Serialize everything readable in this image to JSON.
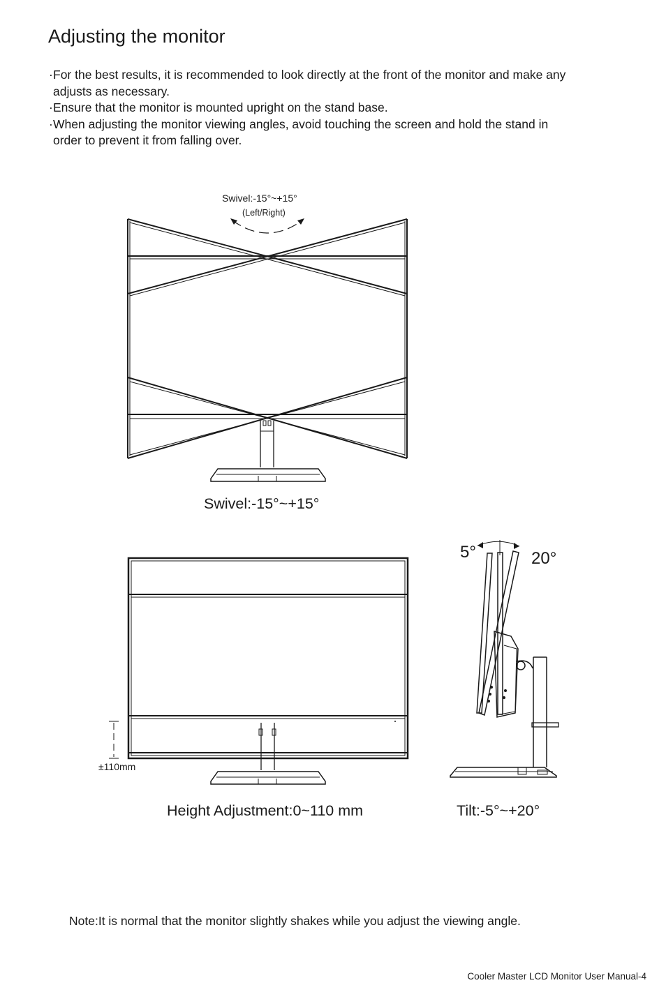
{
  "page": {
    "title": "Adjusting the monitor",
    "bullets": [
      "For the best results, it is recommended to look directly at the front of the monitor and make any adjusts as necessary.",
      "Ensure that the monitor is mounted upright on the stand base.",
      "When adjusting the monitor viewing angles, avoid touching the screen and hold the stand in order to prevent it from falling over."
    ],
    "bullet_marker": "·"
  },
  "swivel_figure": {
    "label_top": "Swivel:-15°~+15°",
    "label_sub": "(Left/Right)",
    "caption": "Swivel:-15°~+15°"
  },
  "height_figure": {
    "dimension_label": "±110mm",
    "caption": "Height Adjustment:0~110 mm"
  },
  "tilt_figure": {
    "angle_back": "5°",
    "angle_forward": "20°",
    "caption": "Tilt:-5°~+20°"
  },
  "note": "Note:It is normal that the monitor slightly shakes while you adjust the viewing angle.",
  "footer": "Cooler Master LCD Monitor User Manual-4"
}
